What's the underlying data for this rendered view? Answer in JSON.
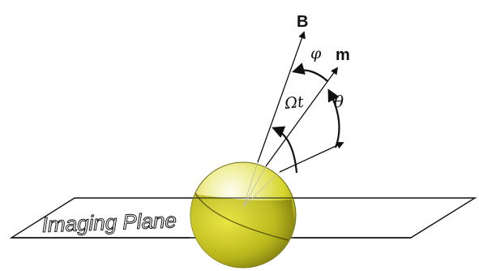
{
  "diagram": {
    "plane_label": "Imaging Plane",
    "vectors": {
      "b_label": "B",
      "m_label": "m"
    },
    "angles": {
      "phi_label": "φ",
      "omega_t_label": "Ωt",
      "theta_label": "θ"
    },
    "colors": {
      "sphere_light": "#fbfbe0",
      "sphere_mid": "#e7e53a",
      "sphere_dark": "#7d7a0a",
      "lines": "#111111"
    }
  }
}
